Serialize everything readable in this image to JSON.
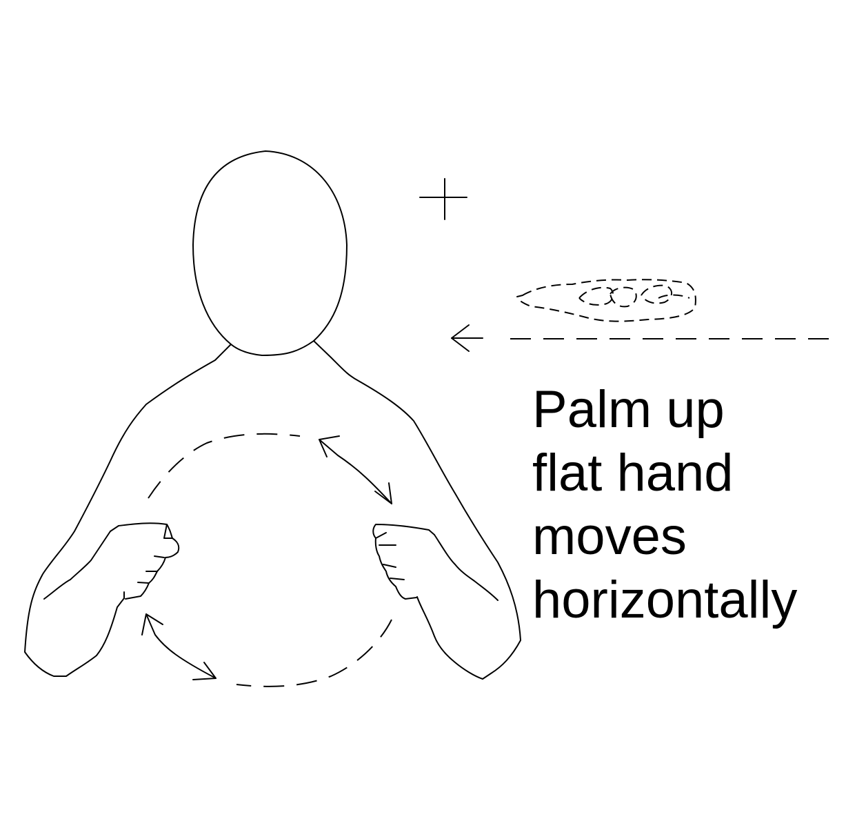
{
  "caption": {
    "lines": [
      "Palm up",
      "flat hand",
      "moves",
      "horizontally"
    ]
  },
  "colors": {
    "ink": "#000000",
    "background": "#ffffff"
  },
  "symbols": {
    "location_marker": "crosshair-icon",
    "handshape": "flat-hand-palm-up-icon",
    "direction": "dashed-arrow-left-icon",
    "movement_path": "dashed-circle-path",
    "movement_arrows": "double-headed-arrow-icon"
  }
}
